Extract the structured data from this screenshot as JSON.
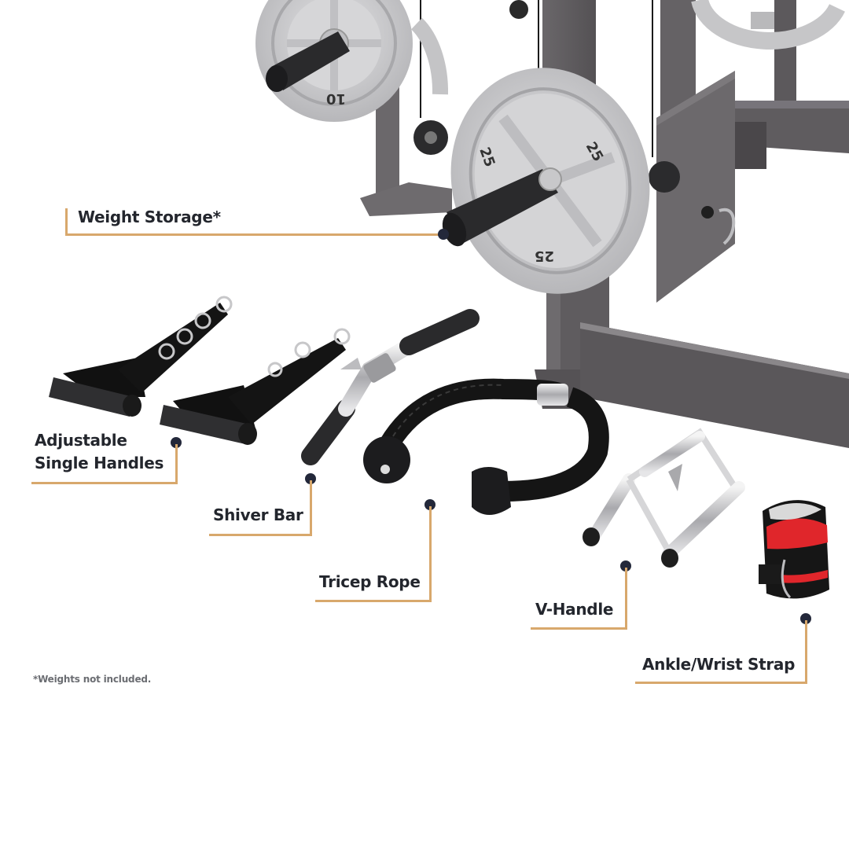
{
  "colors": {
    "background": "#ffffff",
    "label_text": "#23262d",
    "note_text": "#6b6d72",
    "leader_line": "#d8a86c",
    "marker_dot": "#23283a",
    "frame_steel": "#5e5b5e",
    "plate_silver": "#c9c9cb",
    "rubber_black": "#1e1e20",
    "strap_red": "#e0262b"
  },
  "callouts": [
    {
      "id": "weight-storage",
      "label": "Weight Storage*"
    },
    {
      "id": "single-handles",
      "label_line1": "Adjustable",
      "label_line2": "Single Handles"
    },
    {
      "id": "shiver-bar",
      "label": "Shiver Bar"
    },
    {
      "id": "tricep-rope",
      "label": "Tricep Rope"
    },
    {
      "id": "v-handle",
      "label": "V-Handle"
    },
    {
      "id": "ankle-wrist-strap",
      "label": "Ankle/Wrist Strap"
    }
  ],
  "footnote": "*Weights not included.",
  "plates": {
    "top_left": "10",
    "front": "25",
    "back_right": "25"
  }
}
